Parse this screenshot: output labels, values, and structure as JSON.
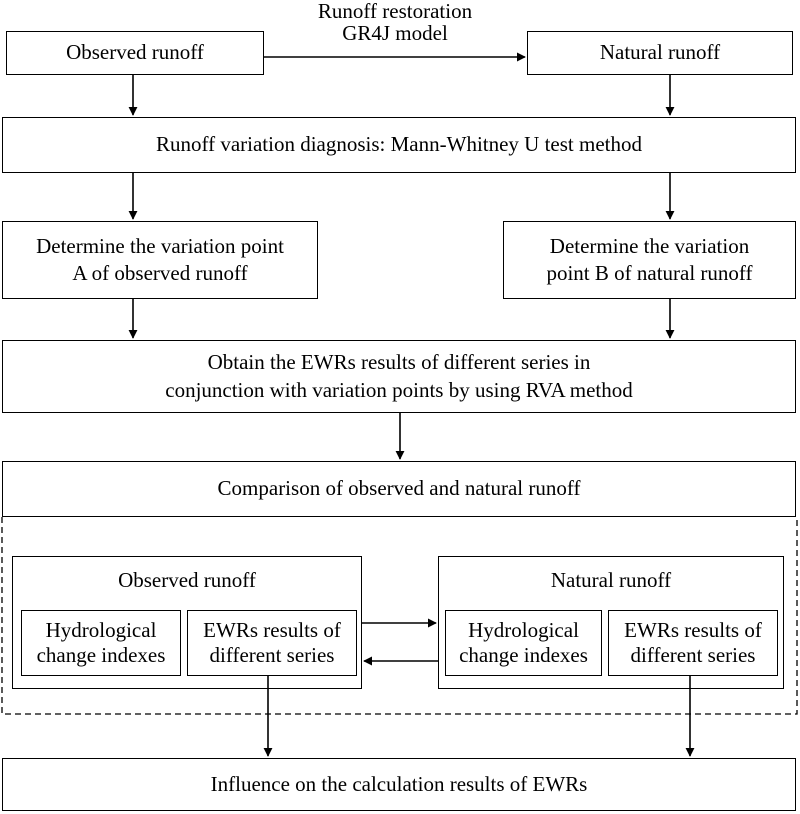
{
  "top": {
    "observed": "Observed runoff",
    "natural": "Natural runoff",
    "restoration_line1": "Runoff restoration",
    "restoration_line2": "GR4J model"
  },
  "diagnosis": "Runoff variation diagnosis: Mann-Whitney U test method",
  "variation": {
    "a_line1": "Determine the variation point",
    "a_line2": "A of observed runoff",
    "b_line1": "Determine the variation",
    "b_line2": "point B of natural runoff"
  },
  "ewrs": {
    "line1": "Obtain the EWRs results of different series in",
    "line2": "conjunction with variation points by using RVA method"
  },
  "comparison": "Comparison of observed and natural runoff",
  "observed_group": {
    "title": "Observed runoff",
    "hydro_line1": "Hydrological",
    "hydro_line2": "change indexes",
    "ewrs_line1": "EWRs results of",
    "ewrs_line2": "different series"
  },
  "natural_group": {
    "title": "Natural runoff",
    "hydro_line1": "Hydrological",
    "hydro_line2": "change indexes",
    "ewrs_line1": "EWRs results of",
    "ewrs_line2": "different series"
  },
  "influence": "Influence on the calculation results of EWRs"
}
